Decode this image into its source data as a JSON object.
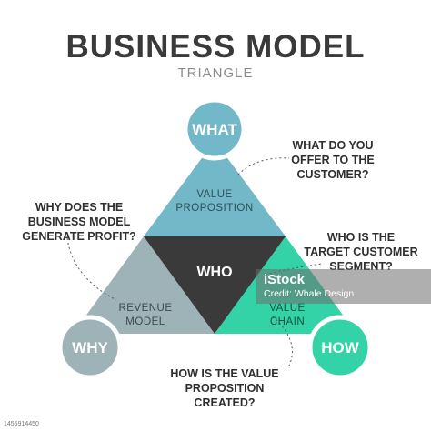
{
  "title": "BUSINESS MODEL",
  "subtitle": "TRIANGLE",
  "circles": {
    "what": "WHAT",
    "why": "WHY",
    "how": "HOW",
    "who": "WHO"
  },
  "segments": {
    "top": [
      "VALUE",
      "PROPOSITION"
    ],
    "left": [
      "REVENUE",
      "MODEL"
    ],
    "right": [
      "VALUE",
      "CHAIN"
    ]
  },
  "questions": {
    "what": [
      "WHAT DO YOU",
      "OFFER TO THE",
      "CUSTOMER?"
    ],
    "why": [
      "WHY DOES THE",
      "BUSINESS MODEL",
      "GENERATE PROFIT?"
    ],
    "who": [
      "WHO IS THE",
      "TARGET CUSTOMER",
      "SEGMENT?"
    ],
    "how": [
      "HOW IS THE VALUE",
      "PROPOSITION CREATED?"
    ]
  },
  "watermark": {
    "brand": "iStock",
    "credit": "Credit: Whale Design"
  },
  "stock_id": "1455914450",
  "colors": {
    "top": "#73b8c8",
    "left": "#9eb3b8",
    "right": "#33d3a7",
    "center": "#3a3a3a",
    "what_circle": "#73b8c8",
    "why_circle": "#9eb3b8",
    "how_circle": "#33d3a7"
  }
}
